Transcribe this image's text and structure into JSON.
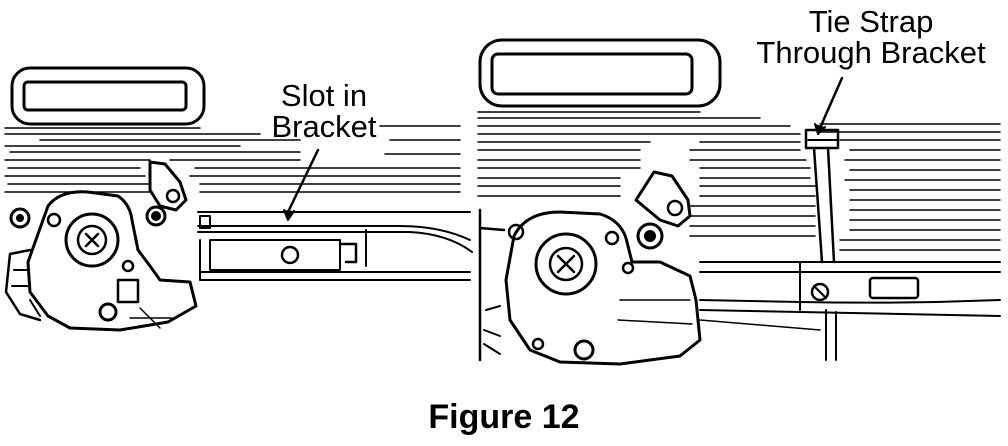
{
  "figure": {
    "caption": "Figure 12",
    "labels": {
      "slot_line1": "Slot in",
      "slot_line2": "Bracket",
      "tie_line1": "Tie Strap",
      "tie_line2": "Through Bracket"
    }
  },
  "colors": {
    "ink": "#000000",
    "paper": "#ffffff"
  }
}
